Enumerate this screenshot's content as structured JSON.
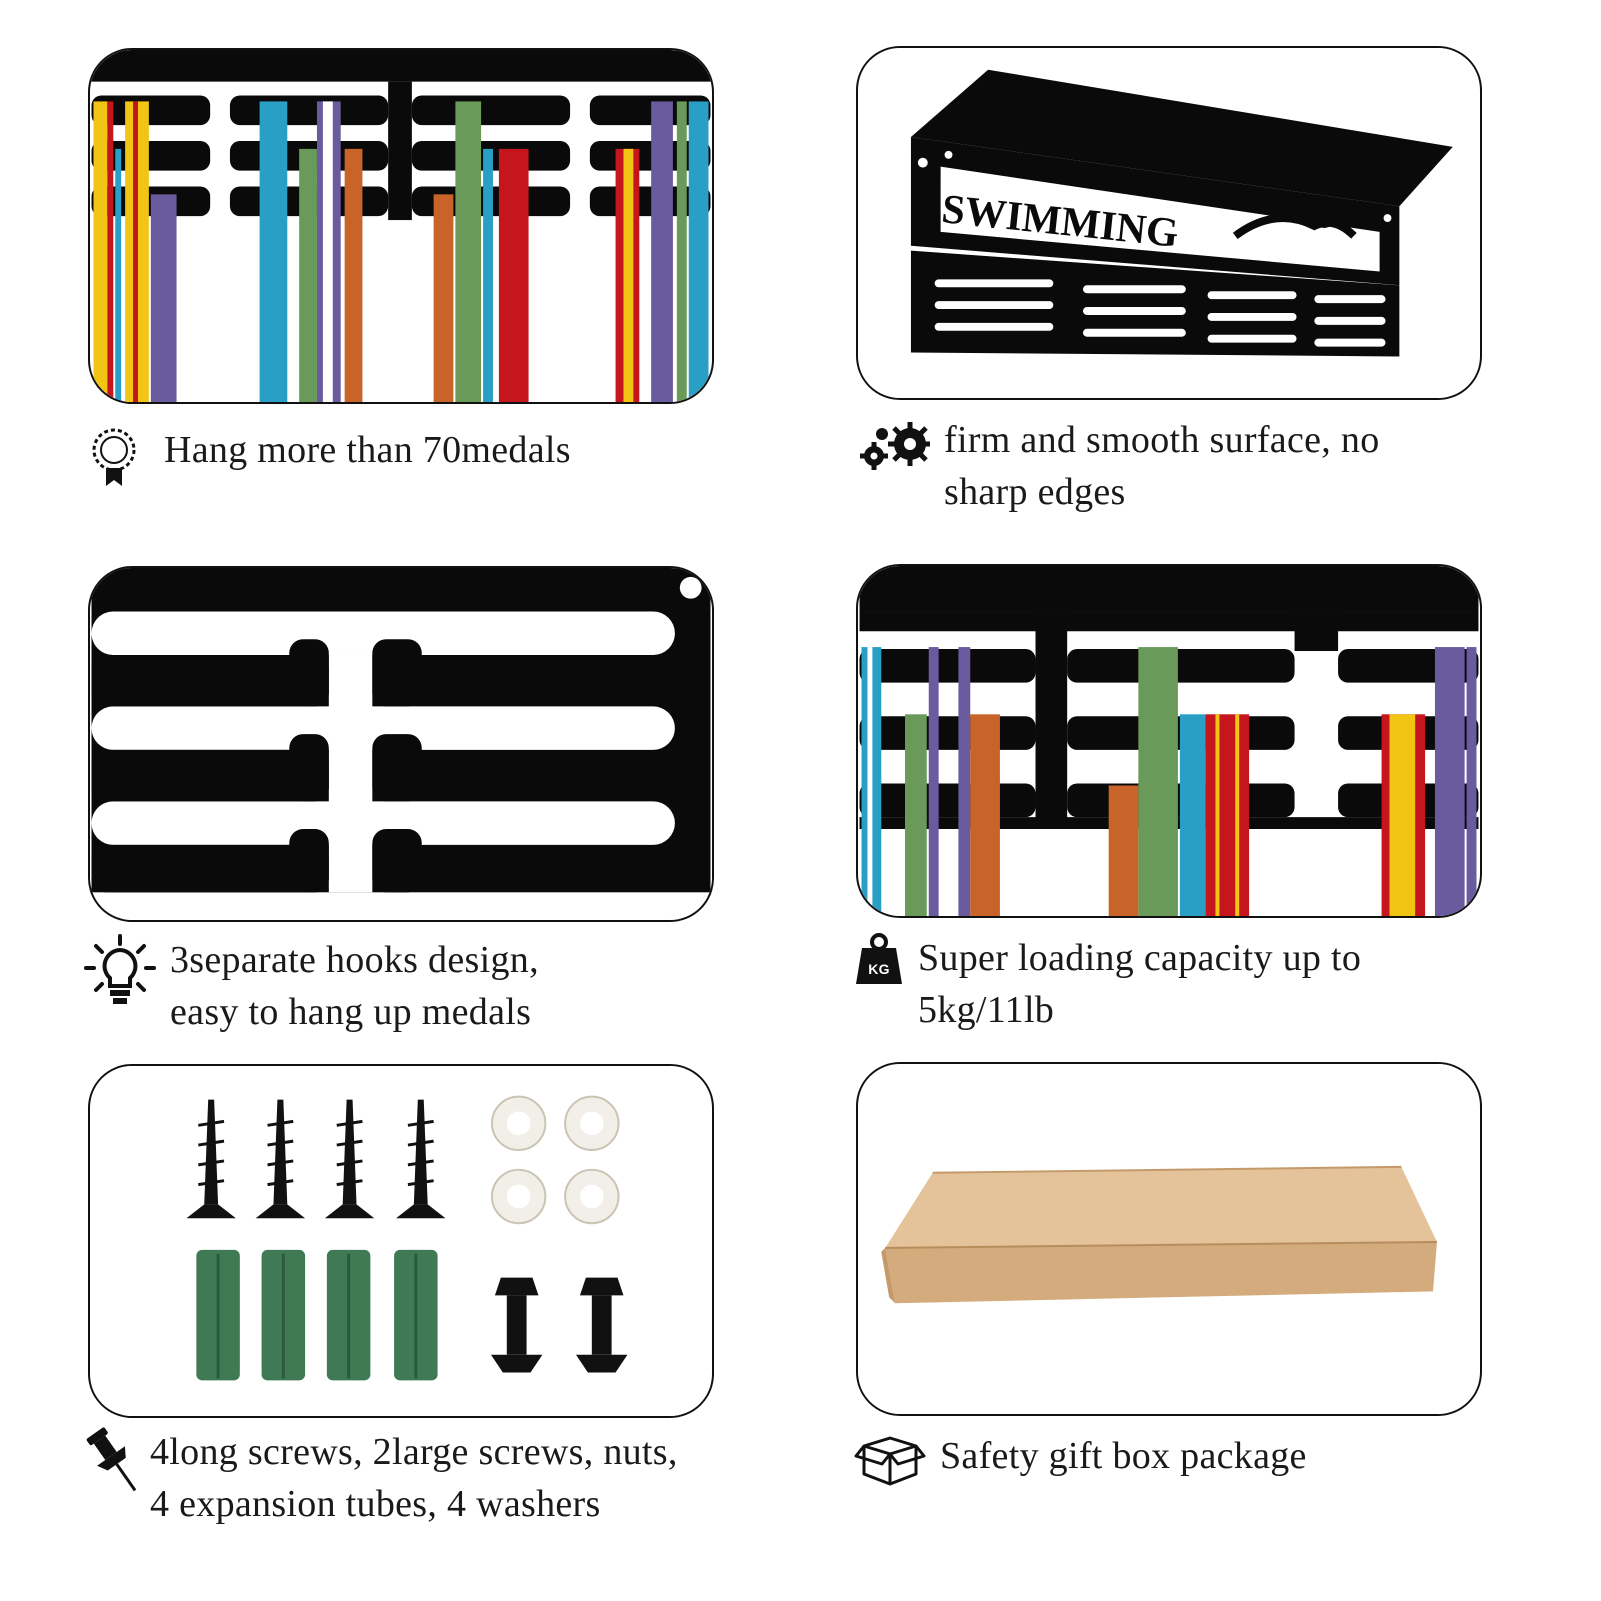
{
  "panels": {
    "medals": {
      "caption": "Hang more than 70medals",
      "icon": "medal-icon"
    },
    "surface": {
      "caption": "firm and smooth surface, no\nsharp edges",
      "icon": "gears-icon",
      "hanger_text": "SWIMMING"
    },
    "hooks": {
      "caption": "3separate hooks design,\n easy to hang up medals",
      "icon": "lightbulb-icon"
    },
    "capacity": {
      "caption": "Super loading capacity  up to\n5kg/11lb",
      "icon": "weight-kg-icon",
      "weight_label": "KG"
    },
    "hardware": {
      "caption": "4long  screws, 2large  screws, nuts,\n4  expansion  tubes,  4  washers",
      "icon": "pushpin-icon"
    },
    "package": {
      "caption": "Safety gift box package",
      "icon": "box-icon"
    }
  },
  "colors": {
    "black": "#0a0a0a",
    "ribbon_yellow": "#f2c515",
    "ribbon_red": "#c4161c",
    "ribbon_blue": "#2a9fc6",
    "ribbon_purple": "#6a5a9e",
    "ribbon_green": "#6a9a5a",
    "ribbon_orange": "#c8642a",
    "anchor_green": "#3f7a55",
    "box_tan": "#d9b48a"
  }
}
